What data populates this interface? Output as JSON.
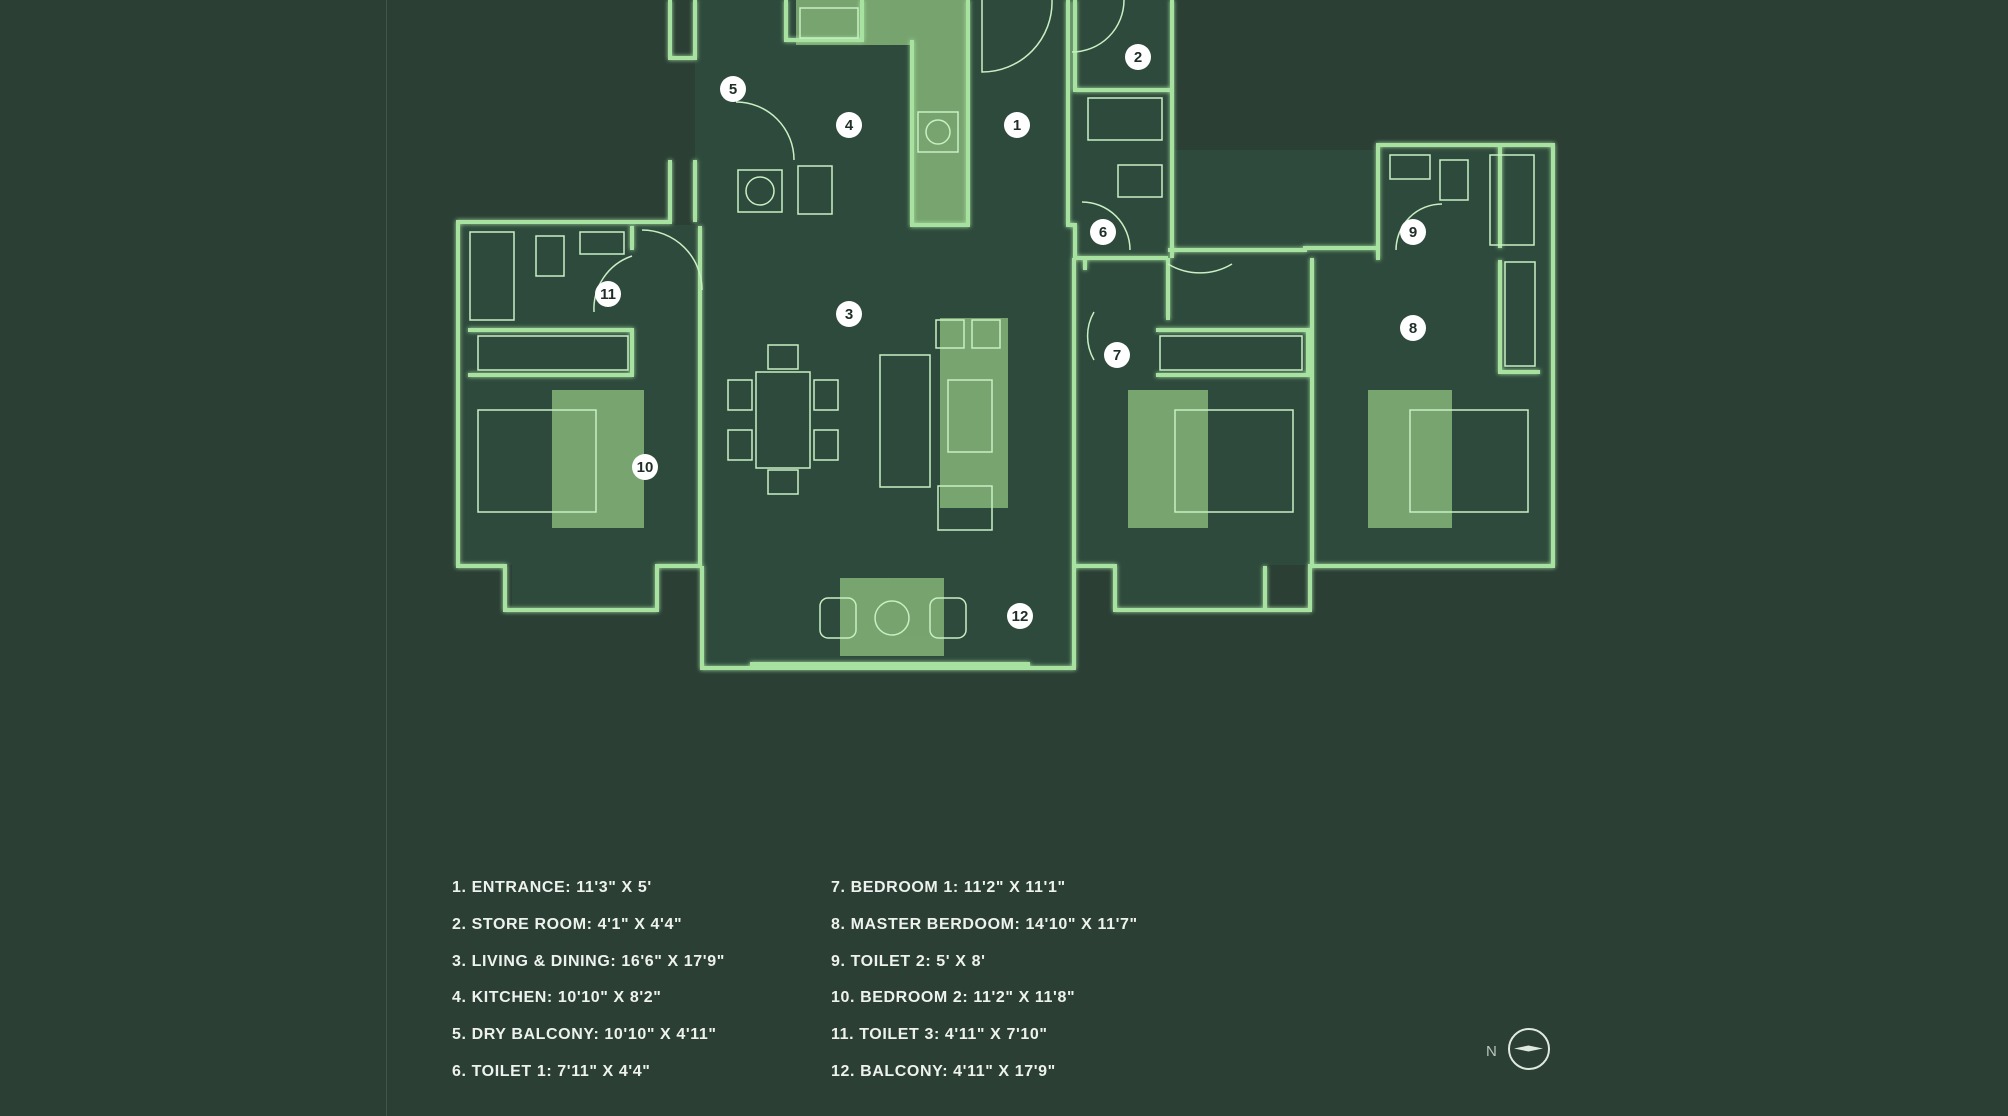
{
  "rooms": [
    {
      "number": "1",
      "label": "1. ENTRANCE: 11'3\" X 5'"
    },
    {
      "number": "2",
      "label": "2. STORE ROOM: 4'1\" X 4'4\""
    },
    {
      "number": "3",
      "label": "3. LIVING & DINING: 16'6\" X 17'9\""
    },
    {
      "number": "4",
      "label": "4. KITCHEN: 10'10\" X 8'2\""
    },
    {
      "number": "5",
      "label": "5. DRY BALCONY: 10'10\" X 4'11\""
    },
    {
      "number": "6",
      "label": "6. TOILET 1: 7'11\" X 4'4\""
    },
    {
      "number": "7",
      "label": "7. BEDROOM 1: 11'2\" X 11'1\""
    },
    {
      "number": "8",
      "label": "8. MASTER BERDOOM: 14'10\" X 11'7\""
    },
    {
      "number": "9",
      "label": "9. TOILET 2: 5' X 8'"
    },
    {
      "number": "10",
      "label": "10. BEDROOM 2: 11'2\" X 11'8\""
    },
    {
      "number": "11",
      "label": "11. TOILET 3: 4'11\" X 7'10\""
    },
    {
      "number": "12",
      "label": "12. BALCONY: 4'11\" X 17'9\""
    }
  ],
  "compass": {
    "label": "N"
  },
  "colors": {
    "background": "#2b3f35",
    "wall": "#9fd89a",
    "fill_dark": "#2e4a3c",
    "fill_mid": "#7fae74",
    "marker": "#ffffff"
  }
}
